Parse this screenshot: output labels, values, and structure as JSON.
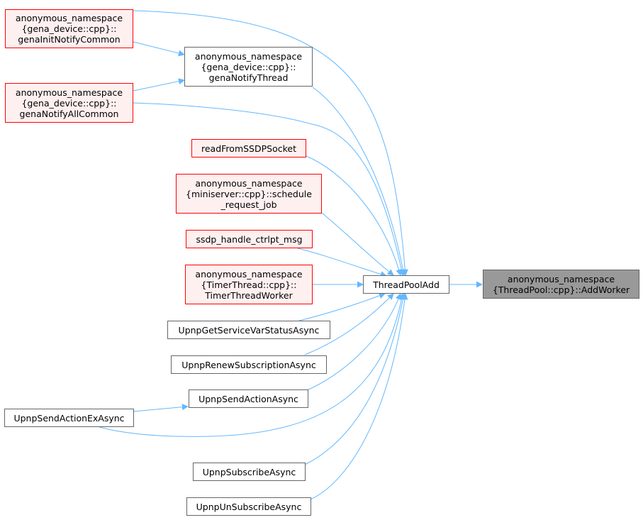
{
  "nodes": {
    "gena_init": [
      "anonymous_namespace",
      "{gena_device::cpp}::",
      "genaInitNotifyCommon"
    ],
    "gena_thread": [
      "anonymous_namespace",
      "{gena_device::cpp}::",
      "genaNotifyThread"
    ],
    "gena_all": [
      "anonymous_namespace",
      "{gena_device::cpp}::",
      "genaNotifyAllCommon"
    ],
    "read_ssdp": [
      "readFromSSDPSocket"
    ],
    "schedule_job": [
      "anonymous_namespace",
      "{miniserver::cpp}::schedule",
      "_request_job"
    ],
    "ssdp_ctrlpt": [
      "ssdp_handle_ctrlpt_msg"
    ],
    "timer_worker": [
      "anonymous_namespace",
      "{TimerThread::cpp}::",
      "TimerThreadWorker"
    ],
    "get_var_status": [
      "UpnpGetServiceVarStatusAsync"
    ],
    "renew_sub": [
      "UpnpRenewSubscriptionAsync"
    ],
    "send_action": [
      "UpnpSendActionAsync"
    ],
    "send_action_ex": [
      "UpnpSendActionExAsync"
    ],
    "subscribe": [
      "UpnpSubscribeAsync"
    ],
    "unsubscribe": [
      "UpnpUnSubscribeAsync"
    ],
    "thread_pool_add": [
      "ThreadPoolAdd"
    ],
    "add_worker": [
      "anonymous_namespace",
      "{ThreadPool::cpp}::AddWorker"
    ]
  },
  "colors": {
    "edge": "#63b8ff",
    "red_border": "#ff0000",
    "red_fill": "#fff0f0",
    "focus_fill": "#999999",
    "node_border": "#666666"
  }
}
